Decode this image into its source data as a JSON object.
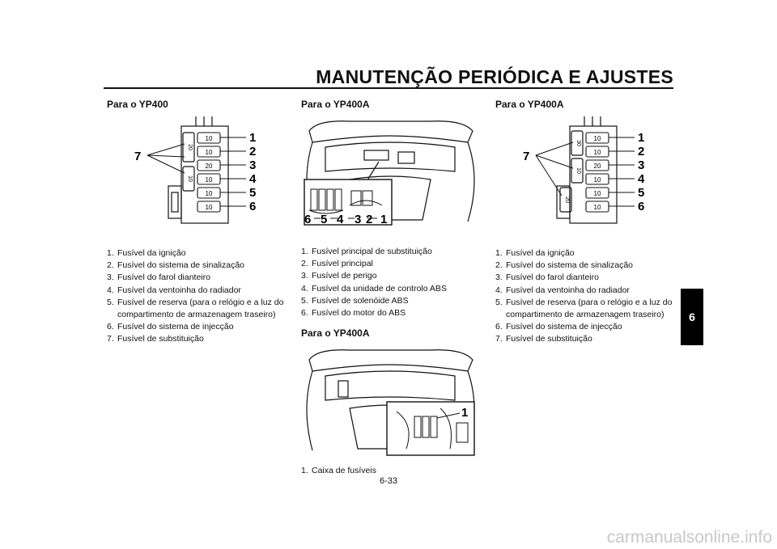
{
  "header": {
    "title": "MANUTENÇÃO PERIÓDICA E AJUSTES"
  },
  "chapter_tab": "6",
  "page_number": "6-33",
  "watermark": "carmanualsonline.info",
  "section_left": {
    "title": "Para o YP400",
    "fuse_labels": [
      "10",
      "10",
      "20",
      "10",
      "10",
      "10"
    ],
    "side_fuse_labels": [
      "20",
      "10"
    ],
    "callouts": [
      "1",
      "2",
      "3",
      "4",
      "5",
      "6",
      "7"
    ],
    "items": [
      {
        "n": "1.",
        "t": "Fusível da ignição"
      },
      {
        "n": "2.",
        "t": "Fusível do sistema de sinalização"
      },
      {
        "n": "3.",
        "t": "Fusível do farol dianteiro"
      },
      {
        "n": "4.",
        "t": "Fusível da ventoinha do radiador"
      },
      {
        "n": "5.",
        "t": "Fusível de reserva (para o relógio e a luz do compartimento de armazenagem traseiro)"
      },
      {
        "n": "6.",
        "t": "Fusível do sistema de injecção"
      },
      {
        "n": "7.",
        "t": "Fusível de substituição"
      }
    ]
  },
  "section_middle_top": {
    "title": "Para o YP400A",
    "callouts": [
      "6",
      "5",
      "4",
      "3",
      "2",
      "1"
    ],
    "items": [
      {
        "n": "1.",
        "t": "Fusível principal de substituição"
      },
      {
        "n": "2.",
        "t": "Fusível principal"
      },
      {
        "n": "3.",
        "t": "Fusível de perigo"
      },
      {
        "n": "4.",
        "t": "Fusível da unidade de controlo ABS"
      },
      {
        "n": "5.",
        "t": "Fusível de solenóide ABS"
      },
      {
        "n": "6.",
        "t": "Fusível do motor do ABS"
      }
    ]
  },
  "section_middle_bottom": {
    "title": "Para o YP400A",
    "callout": "1",
    "items": [
      {
        "n": "1.",
        "t": "Caixa de fusíveis"
      }
    ]
  },
  "section_right": {
    "title": "Para o YP400A",
    "fuse_labels": [
      "10",
      "10",
      "20",
      "10",
      "10",
      "10"
    ],
    "side_fuse_labels": [
      "30",
      "10",
      "20"
    ],
    "callouts": [
      "1",
      "2",
      "3",
      "4",
      "5",
      "6",
      "7"
    ],
    "items": [
      {
        "n": "1.",
        "t": "Fusível da ignição"
      },
      {
        "n": "2.",
        "t": "Fusível do sistema de sinalização"
      },
      {
        "n": "3.",
        "t": "Fusível do farol dianteiro"
      },
      {
        "n": "4.",
        "t": "Fusível da ventoinha do radiador"
      },
      {
        "n": "5.",
        "t": "Fusível de reserva (para o relógio e a luz do compartimento de armazenagem traseiro)"
      },
      {
        "n": "6.",
        "t": "Fusível do sistema de injecção"
      },
      {
        "n": "7.",
        "t": "Fusível de substituição"
      }
    ]
  }
}
